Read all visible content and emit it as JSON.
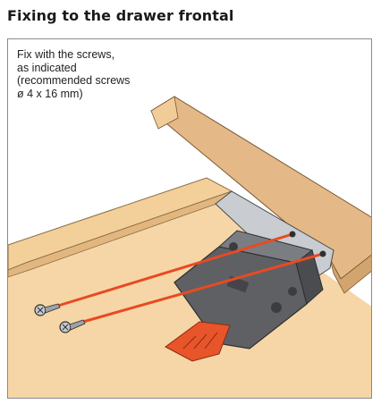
{
  "heading": "Fixing to the drawer frontal",
  "note": {
    "line1": "Fix with the screws,",
    "line2": "as indicated",
    "line3": "(recommended screws",
    "line4": "ø 4 x 16 mm)"
  },
  "colors": {
    "wood_light": "#f6d6a6",
    "wood_mid": "#eac590",
    "wood_dark": "#d9b07a",
    "mechanism": "#5e6064",
    "handle": "#e8552a",
    "guide_line": "#e84a22"
  },
  "icons": [
    "screw-icon",
    "screw-icon"
  ]
}
